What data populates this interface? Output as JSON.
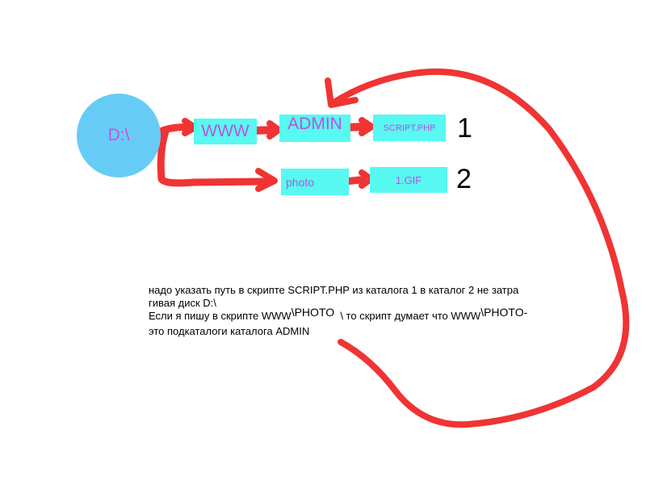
{
  "nodes": {
    "disk": "D:\\",
    "www": "WWW",
    "admin": "ADMIN",
    "script": "SCRIPT.PHP",
    "photo": "photo",
    "gif": "1.GIF"
  },
  "labels": {
    "one": "1",
    "two": "2"
  },
  "note": {
    "line1": "надо указать путь в скрипте SCRIPT.PHP из каталога 1 в каталог 2 не затра",
    "line2": "гивая диск D:\\",
    "line3_a": "Если я пишу в скрипте WWW",
    "line3_b": "\\PHOTO",
    "line3_c": "  \\ то скрипт думает что WWW",
    "line3_d": "\\PHOTO-",
    "line4": "это подкаталоги каталога ADMIN"
  },
  "colors": {
    "arrow": "#f03434",
    "box": "#57f9f1",
    "disk": "#66ccf6",
    "node_text": "#c050dc"
  }
}
